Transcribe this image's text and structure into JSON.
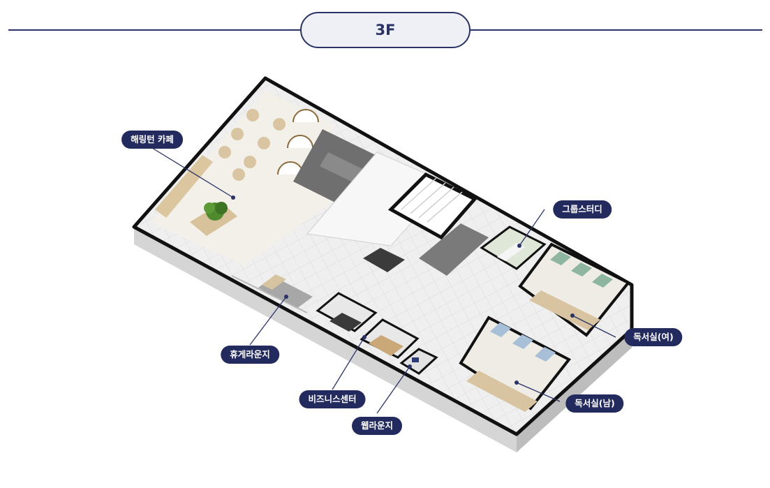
{
  "floor": {
    "title": "3F"
  },
  "colors": {
    "accent": "#2a3266",
    "label_bg": "#232a5e",
    "label_text": "#ffffff",
    "wall": "#111111",
    "floor_tile": "#ececec"
  },
  "rooms": [
    {
      "id": "cafe",
      "label": "해링턴 카페"
    },
    {
      "id": "lounge",
      "label": "휴게라운지"
    },
    {
      "id": "business",
      "label": "비즈니스센터"
    },
    {
      "id": "web",
      "label": "웹라운지"
    },
    {
      "id": "group",
      "label": "그룹스터디"
    },
    {
      "id": "study-f",
      "label": "독서실(여)"
    },
    {
      "id": "study-m",
      "label": "독서실(남)"
    }
  ]
}
